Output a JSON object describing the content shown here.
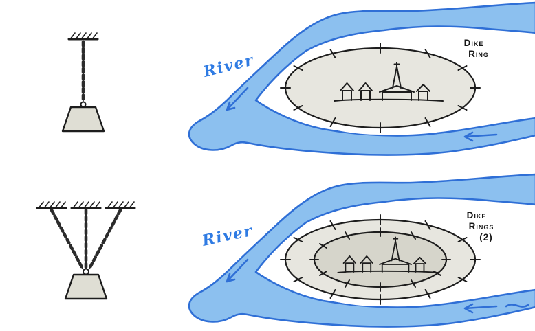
{
  "figures": {
    "top_right": {
      "river_label": "River",
      "dike_label": [
        "Dike",
        "Ring"
      ]
    },
    "bottom_right": {
      "river_label": "River",
      "dike_label": [
        "Dike",
        "Rings",
        "(2)"
      ]
    }
  },
  "colors": {
    "river_fill": "#8CC0EF",
    "river_stroke": "#2F6FD6",
    "river_label_blue": "#2F7BE3",
    "island_fill": "#E7E6DF",
    "island_inner_fill": "#D6D5CB",
    "weight_fill": "#DFDED4",
    "ink": "#1D1D1D"
  }
}
